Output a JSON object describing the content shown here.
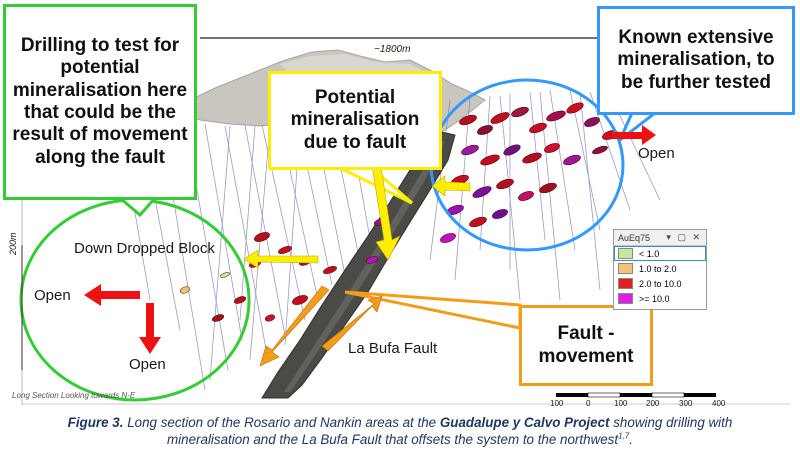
{
  "section": {
    "distance_label": "~1800m",
    "depth_label": "200m",
    "view_label": "Long Section Looking towards N-E",
    "block_label": "Down Dropped Block",
    "fault_label": "La Bufa Fault",
    "open_label": "Open",
    "scale_ticks": [
      "100",
      "0",
      "100",
      "200",
      "300",
      "400"
    ]
  },
  "callouts": {
    "drilling": "Drilling to test for potential mineralisation here that could be the result of movement along the fault",
    "potential": "Potential mineralisation due to fault",
    "known": "Known extensive mineralisation, to be further tested",
    "fault": "Fault - movement"
  },
  "legend": {
    "title": "AuEq75",
    "controls": "▾ ▢ ✕",
    "rows": [
      {
        "label": "< 1.0",
        "color": "#c8e6a0"
      },
      {
        "label": "1.0 to 2.0",
        "color": "#f4c27a"
      },
      {
        "label": "2.0 to 10.0",
        "color": "#e02020"
      },
      {
        "label": ">= 10.0",
        "color": "#e020e0"
      }
    ]
  },
  "caption": {
    "figure": "Figure 3.",
    "part1": " Long section of the Rosario and Nankin areas at the ",
    "project": "Guadalupe y Calvo Project",
    "part2": " showing drilling with mineralisation and the La Bufa Fault that offsets the system to the northwest",
    "refs": "1,7",
    "end": "."
  },
  "colors": {
    "green": "#33cc33",
    "yellow": "#ffee00",
    "blue": "#3399ff",
    "orange": "#f39c1a",
    "red": "#ee1111"
  }
}
